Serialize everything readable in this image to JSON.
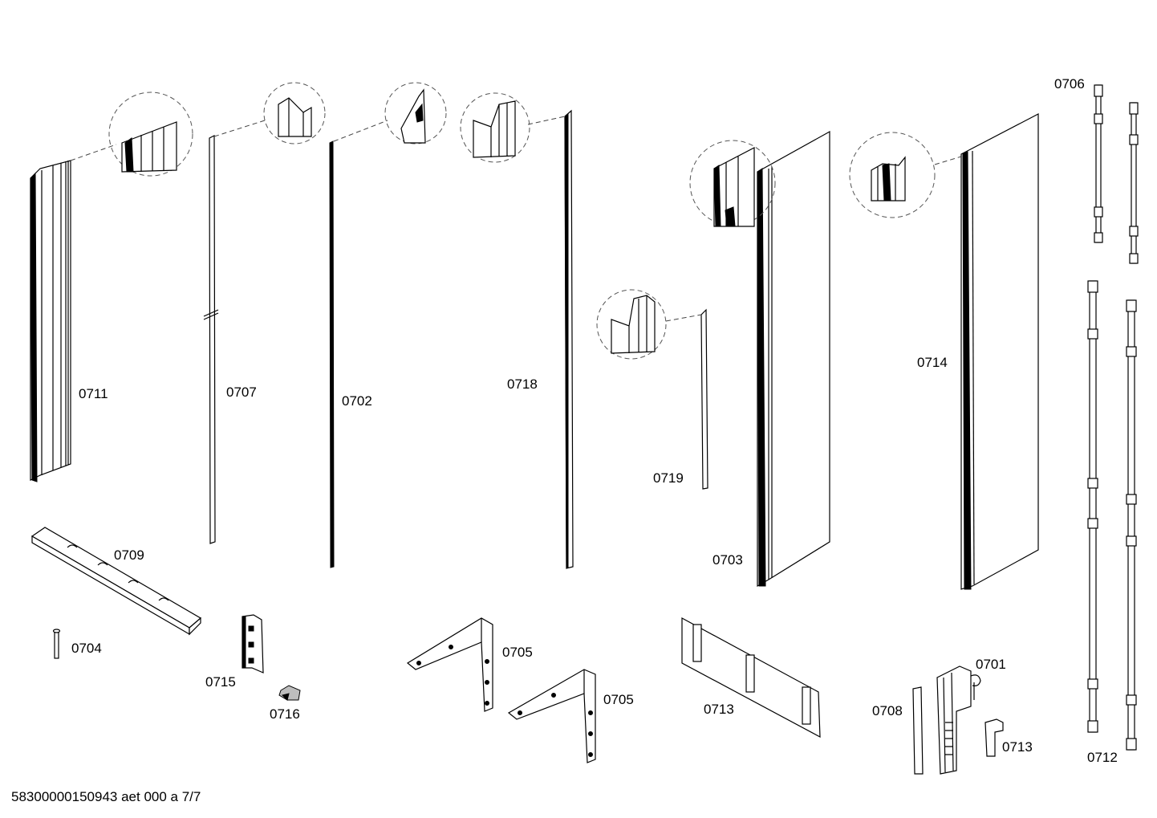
{
  "labels": {
    "p0711": "0711",
    "p0707": "0707",
    "p0702": "0702",
    "p0718": "0718",
    "p0719": "0719",
    "p0703": "0703",
    "p0714": "0714",
    "p0706": "0706",
    "p0712": "0712",
    "p0709": "0709",
    "p0704": "0704",
    "p0715": "0715",
    "p0716": "0716",
    "p0705a": "0705",
    "p0705b": "0705",
    "p0713a": "0713",
    "p0708": "0708",
    "p0701": "0701",
    "p0713b": "0713"
  },
  "footer": "58300000150943 aet 000 a 7/7"
}
